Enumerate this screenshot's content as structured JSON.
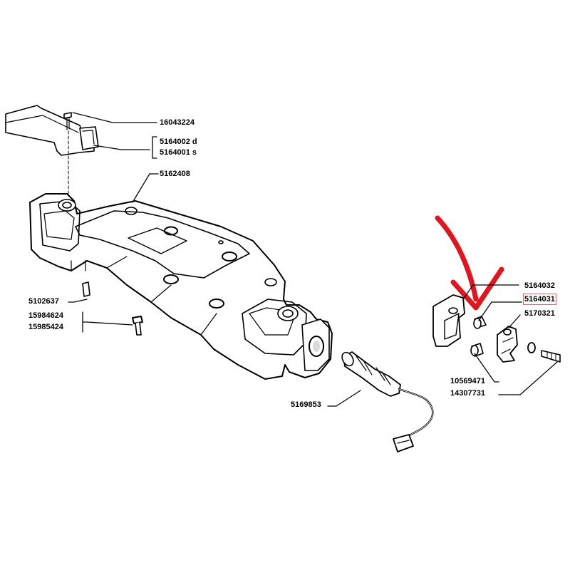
{
  "diagram": {
    "parts": [
      {
        "id": "bolt-top",
        "number": "16043224"
      },
      {
        "id": "bracket-d",
        "number": "5164002 d"
      },
      {
        "id": "bracket-s",
        "number": "5164001 s"
      },
      {
        "id": "housing",
        "number": "5162408"
      },
      {
        "id": "pin",
        "number": "5102637"
      },
      {
        "id": "screw-a",
        "number": "15984624"
      },
      {
        "id": "screw-b",
        "number": "15985424"
      },
      {
        "id": "sensor",
        "number": "5169853"
      },
      {
        "id": "plate",
        "number": "5164032"
      },
      {
        "id": "bush",
        "number": "5164031",
        "highlighted": true
      },
      {
        "id": "switch",
        "number": "5170321"
      },
      {
        "id": "washer",
        "number": "10569471"
      },
      {
        "id": "bolt-right",
        "number": "14307731"
      }
    ],
    "colors": {
      "line": "#000000",
      "annotation_arrow": "#e0161e",
      "highlight_box": "#d96a6a"
    }
  }
}
